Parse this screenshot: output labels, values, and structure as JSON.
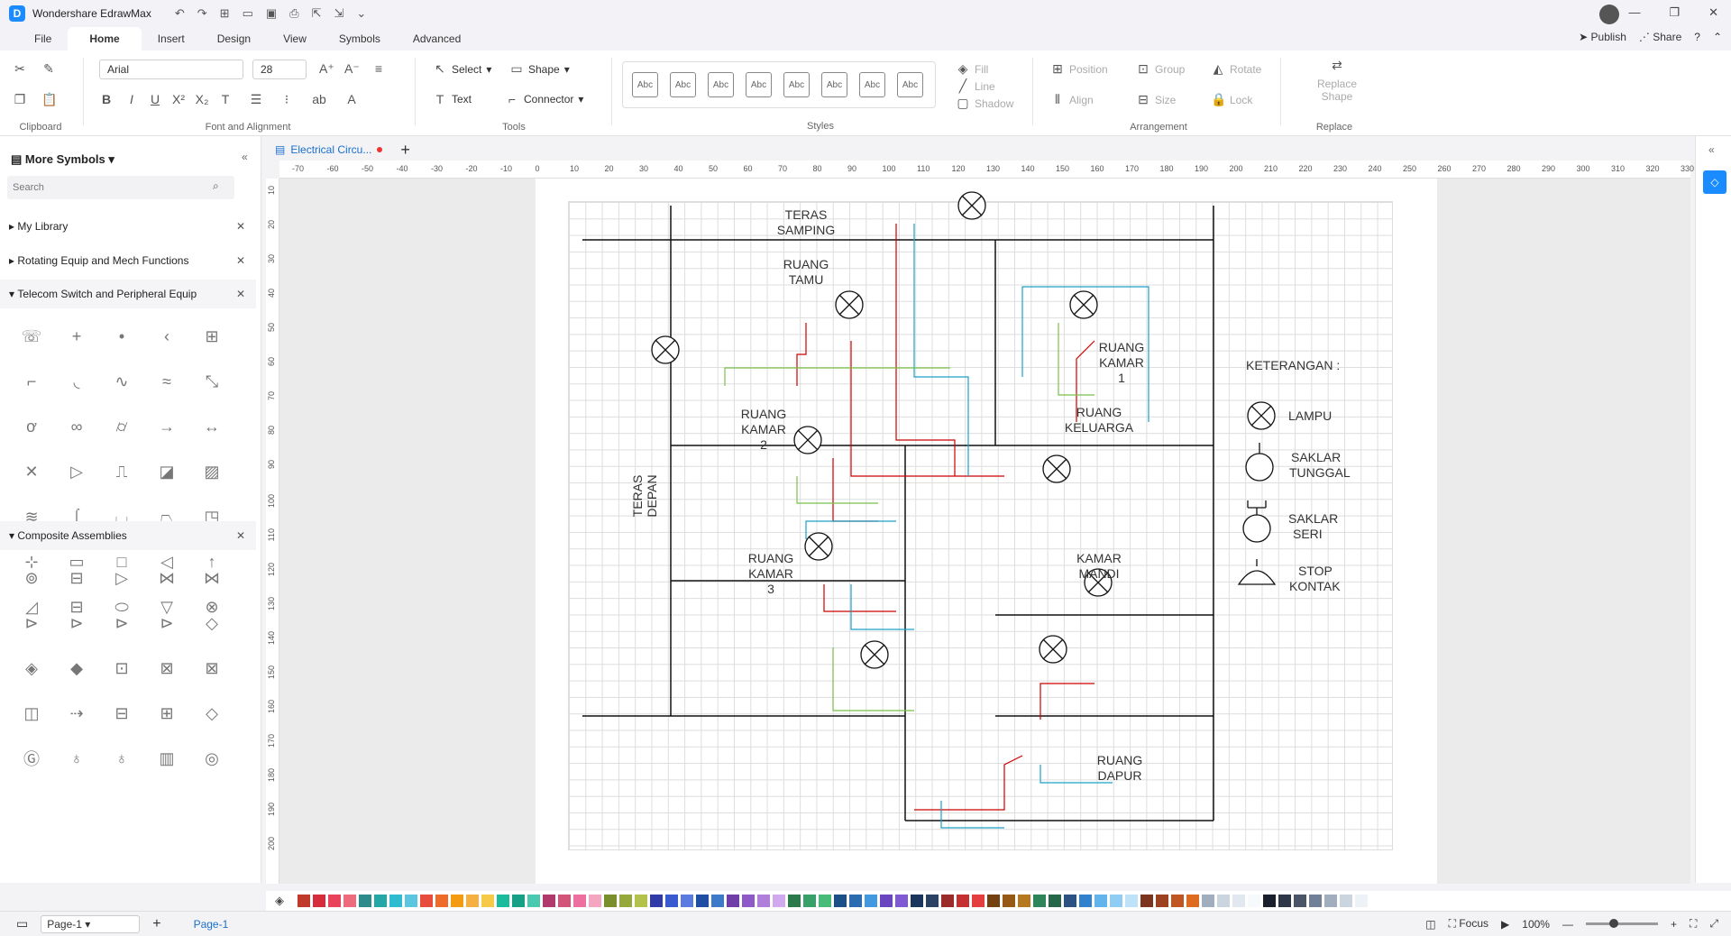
{
  "app": {
    "title": "Wondershare EdrawMax"
  },
  "menu": {
    "tabs": [
      "File",
      "Home",
      "Insert",
      "Design",
      "View",
      "Symbols",
      "Advanced"
    ],
    "publish": "Publish",
    "share": "Share"
  },
  "ribbon": {
    "font": "Arial",
    "size": "28",
    "groups": {
      "clipboard": "Clipboard",
      "font": "Font and Alignment",
      "tools": "Tools",
      "styles": "Styles",
      "arrangement": "Arrangement",
      "replace": "Replace"
    },
    "select": "Select",
    "shape": "Shape",
    "text": "Text",
    "connector": "Connector",
    "fill": "Fill",
    "line": "Line",
    "shadow": "Shadow",
    "position": "Position",
    "group": "Group",
    "rotate": "Rotate",
    "align": "Align",
    "sizeLabel": "Size",
    "lock": "Lock",
    "replace_shape": "Replace Shape",
    "style_box": "Abc"
  },
  "left_panel": {
    "title": "More Symbols",
    "search": "Search",
    "libs": [
      "My Library",
      "Rotating Equip and Mech Functions",
      "Telecom Switch and Peripheral Equip",
      "Composite Assemblies"
    ]
  },
  "doc_tab": "Electrical Circu...",
  "ruler_h": [
    "-70",
    "-60",
    "-50",
    "-40",
    "-30",
    "-20",
    "-10",
    "0",
    "10",
    "20",
    "30",
    "40",
    "50",
    "60",
    "70",
    "80",
    "90",
    "100",
    "110",
    "120",
    "130",
    "140",
    "150",
    "160",
    "170",
    "180",
    "190",
    "200",
    "210",
    "220",
    "230",
    "240",
    "250",
    "260",
    "270",
    "280",
    "290",
    "300",
    "310",
    "320",
    "330"
  ],
  "ruler_v": [
    "10",
    "20",
    "30",
    "40",
    "50",
    "60",
    "70",
    "80",
    "90",
    "100",
    "110",
    "120",
    "130",
    "140",
    "150",
    "160",
    "170",
    "180",
    "190",
    "200"
  ],
  "diagram": {
    "rooms": [
      [
        "TERAS",
        "SAMPING"
      ],
      [
        "RUANG",
        "TAMU"
      ],
      [
        "RUANG",
        "KAMAR",
        "1"
      ],
      [
        "RUANG",
        "KAMAR",
        "2"
      ],
      [
        "RUANG",
        "KELUARGA"
      ],
      [
        "RUANG",
        "KAMAR",
        "3"
      ],
      [
        "KAMAR",
        "MANDI"
      ],
      [
        "RUANG",
        "DAPUR"
      ],
      [
        "TERAS",
        "DEPAN"
      ]
    ],
    "legend_title": "KETERANGAN :",
    "legend": [
      [
        "LAMPU"
      ],
      [
        "SAKLAR",
        "TUNGGAL"
      ],
      [
        "SAKLAR",
        "SERI"
      ],
      [
        "STOP",
        "KONTAK"
      ]
    ]
  },
  "status": {
    "page": "Page-1",
    "page_tab": "Page-1",
    "focus": "Focus",
    "zoom": "100%"
  },
  "palette": [
    "#c0392b",
    "#d62c3c",
    "#e8435a",
    "#f06a7e",
    "#2e8b8b",
    "#23a7a7",
    "#2fbcd0",
    "#5bc6e0",
    "#e84c3d",
    "#ef6b2a",
    "#f39c12",
    "#f5b041",
    "#f7c948",
    "#1abc9c",
    "#16a085",
    "#48c9b0",
    "#b03a6e",
    "#d35478",
    "#ec6fa0",
    "#f4a6c0",
    "#7a8f2c",
    "#95a93a",
    "#b3c24b",
    "#2e3ba8",
    "#3a5bd0",
    "#5a7be0",
    "#1f4ea3",
    "#3d7ac9",
    "#6f3fa7",
    "#8e5ac8",
    "#b07fdb",
    "#d1a9ef",
    "#2c7a4b",
    "#38a169",
    "#48bb78",
    "#1b4f8a",
    "#2b6cb0",
    "#4299e1",
    "#6b46c1",
    "#805ad5",
    "#1a365d",
    "#2a4365",
    "#9b2c2c",
    "#c53030",
    "#e53e3e",
    "#744210",
    "#975a16",
    "#b7791f",
    "#2f855a",
    "#276749",
    "#2c5282",
    "#3182ce",
    "#63b3ed",
    "#90cdf4",
    "#bee3f8",
    "#7b341e",
    "#9c4221",
    "#c05621",
    "#dd6b20",
    "#a0aec0",
    "#cbd5e0",
    "#e2e8f0",
    "#f7fafc",
    "#1a202c",
    "#2d3748",
    "#4a5568",
    "#718096",
    "#a0aec0",
    "#cbd5e0",
    "#edf2f7"
  ]
}
